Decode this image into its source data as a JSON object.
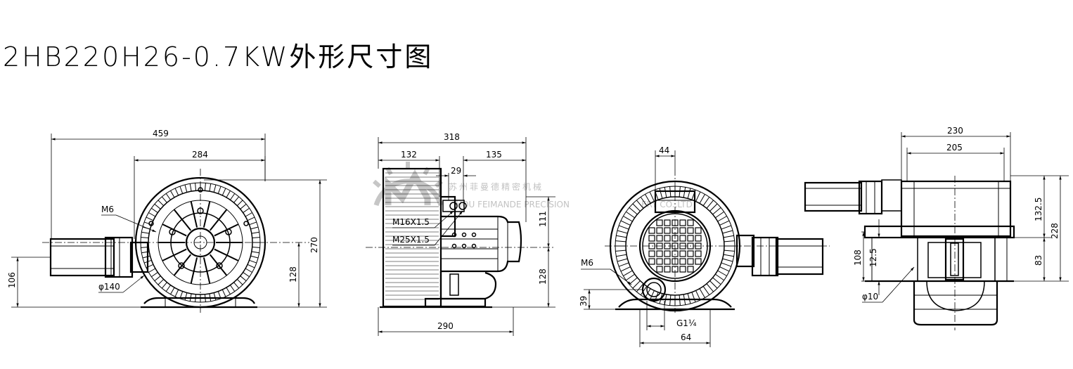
{
  "title": "2HB220H26-0.7KW外形尺寸图",
  "watermark": {
    "cn": "苏州菲曼德精密机械",
    "en": "HOU FEIMANDE PRECISION",
    "en2": "ERY CO.,LTD"
  },
  "front_view": {
    "w_total": "459",
    "w_housing": "284",
    "h_total": "270",
    "h_center": "128",
    "h_left": "106",
    "thread": "M6",
    "port_dia": "φ140"
  },
  "side_view": {
    "w_total": "318",
    "w_left": "132",
    "w_right": "135",
    "w_gap": "29",
    "thread1": "M16X1.5",
    "thread2": "M25X1.5",
    "h_upper": "111",
    "h_lower": "128",
    "w_bottom": "290"
  },
  "rear_view": {
    "w_top": "44",
    "thread": "M6",
    "h_foot": "39",
    "pipe": "G1¼",
    "w_bottom": "64"
  },
  "top_view": {
    "w_total": "230",
    "w_inner": "205",
    "h_total": "228",
    "h_upper": "132.5",
    "h_lower": "83",
    "h_left": "108",
    "h_small": "12.5",
    "hole_dia": "φ10"
  },
  "colors": {
    "line": "#000000",
    "watermark": "#b8b8b8",
    "background": "#ffffff"
  }
}
